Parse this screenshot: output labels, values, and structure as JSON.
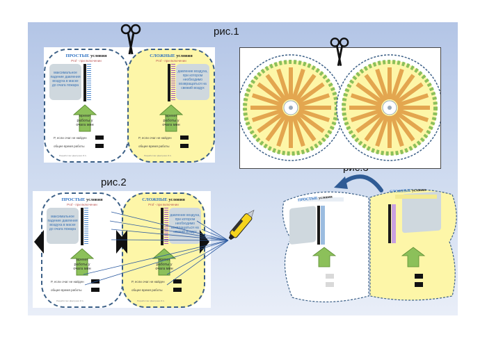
{
  "labels": {
    "fig1": "рис.1",
    "fig2": "рис.2",
    "fig3": "рис.3"
  },
  "card_simple": {
    "title_word": "ПРОСТЫЕ",
    "title_rest": "условия",
    "subtitle": "Prof - при включении",
    "block_text": "максимальное падение давления воздуха в маске до очага пожара",
    "arrow_text": "время работы у очага мин",
    "foot_line1": "P, если очаг не найден",
    "foot_line2": "общее время работы",
    "note": "Разработчик: Дмитриев И.А."
  },
  "card_complex": {
    "title_word": "СЛОЖНЫЕ",
    "title_rest": "условия",
    "subtitle": "Prof - при включении",
    "block_text": "давление воздуха, при котором необходимо возвращаться на свежий воздух",
    "arrow_text": "время работы у очага мин",
    "foot_line1": "P, если очаг не найден",
    "foot_line2": "общее время работы",
    "note": "Разработчик: Дмитриев И.А."
  },
  "icons": [
    "scissors-icon",
    "scissors-icon",
    "utility-knife-icon",
    "curved-arrow-icon"
  ],
  "colors": {
    "panel_top": "#b3c5e6",
    "panel_bottom": "#e9eef8",
    "card_border": "#3b5f86",
    "card_yellow": "#fdf6a8",
    "arrow_green": "#8cc05a",
    "text_blue": "#3a73b5",
    "knife_yellow": "#f5d31c"
  }
}
